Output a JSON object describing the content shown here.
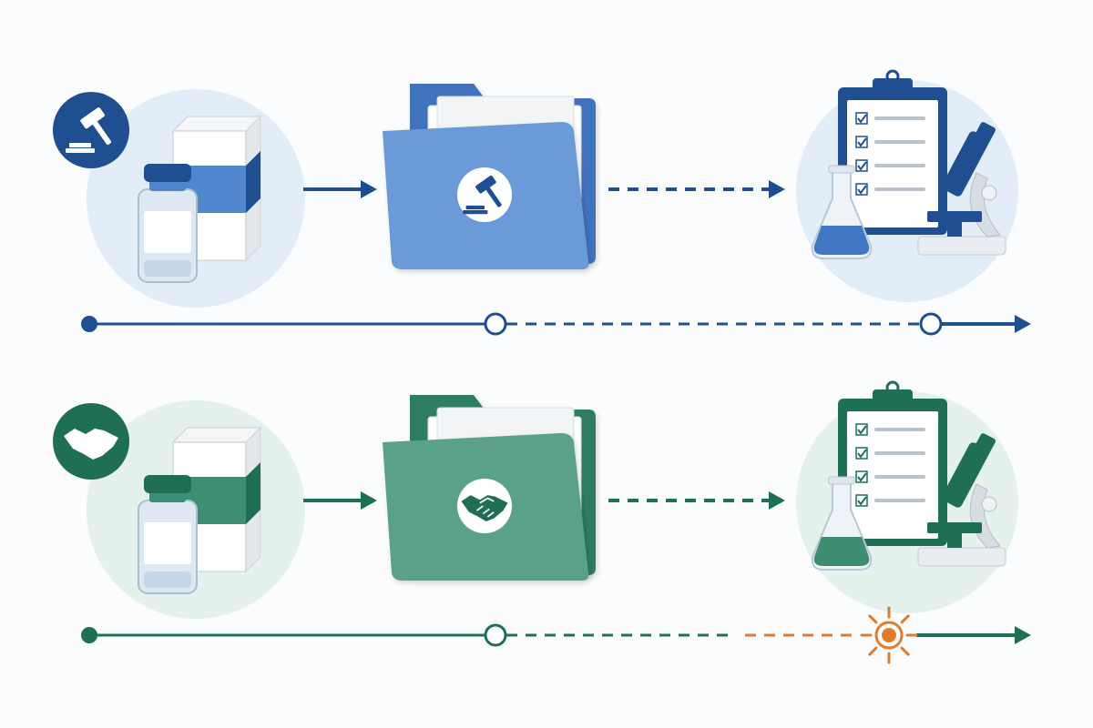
{
  "theme": {
    "background": "#fbfcfd",
    "highlight_color": "#e07a2e"
  },
  "rows": [
    {
      "id": "regulatory",
      "accent": "#1f4f91",
      "accent_light": "#4f86cc",
      "circle_fill": "#e3edf8",
      "folder_back": "#3f73bd",
      "folder_front": "#6a9ad8",
      "liquid": "#3f77c4",
      "badge_icon": "gavel-icon",
      "folder_icon": "gavel-icon",
      "product_icons": [
        "vial-icon",
        "box-icon"
      ],
      "study_icons": [
        "clipboard-checklist-icon",
        "flask-icon",
        "microscope-icon"
      ],
      "connector_1": "solid-arrow",
      "connector_2": "dashed-arrow",
      "timeline_nodes": [
        "filled",
        "open",
        "open"
      ],
      "timeline_segments": [
        "solid",
        "dashed",
        "solid-arrow"
      ]
    },
    {
      "id": "partnership",
      "accent": "#1f6f55",
      "accent_light": "#3c8f73",
      "circle_fill": "#e4f1ec",
      "folder_back": "#2f7b62",
      "folder_front": "#5aa187",
      "liquid": "#3e8c72",
      "badge_icon": "handshake-icon",
      "folder_icon": "handshake-icon",
      "product_icons": [
        "vial-icon",
        "box-icon"
      ],
      "study_icons": [
        "clipboard-checklist-icon",
        "flask-icon",
        "microscope-icon"
      ],
      "connector_1": "solid-arrow",
      "connector_2": "dashed-arrow",
      "timeline_nodes": [
        "filled",
        "open",
        "highlight-burst"
      ],
      "timeline_segments": [
        "solid",
        "dashed",
        "orange-dashed",
        "solid-arrow"
      ]
    }
  ]
}
